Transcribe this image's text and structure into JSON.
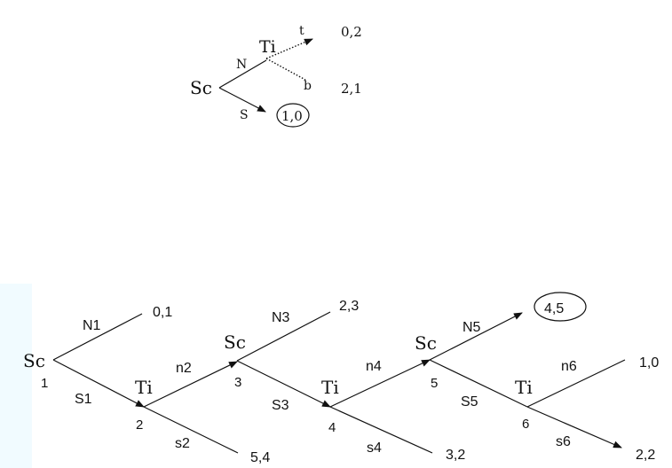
{
  "top_tree": {
    "root": "Sc",
    "node_ti": "Ti",
    "move_n": "N",
    "move_s": "S",
    "move_t": "t",
    "move_b": "b",
    "payoff_t": "0,2",
    "payoff_b": "2,1",
    "payoff_s": "1,0"
  },
  "bottom_tree": {
    "nodes": [
      {
        "player": "Sc",
        "index": "1"
      },
      {
        "player": "Ti",
        "index": "2"
      },
      {
        "player": "Sc",
        "index": "3"
      },
      {
        "player": "Ti",
        "index": "4"
      },
      {
        "player": "Sc",
        "index": "5"
      },
      {
        "player": "Ti",
        "index": "6"
      }
    ],
    "moves": {
      "N1": "N1",
      "S1": "S1",
      "n2": "n2",
      "s2": "s2",
      "N3": "N3",
      "S3": "S3",
      "n4": "n4",
      "s4": "s4",
      "N5": "N5",
      "S5": "S5",
      "n6": "n6",
      "s6": "s6"
    },
    "payoffs": {
      "N1": "0,1",
      "s2": "5,4",
      "N3": "2,3",
      "s4": "3,2",
      "N5": "4,5",
      "n6": "1,0",
      "s6": "2,2"
    }
  }
}
